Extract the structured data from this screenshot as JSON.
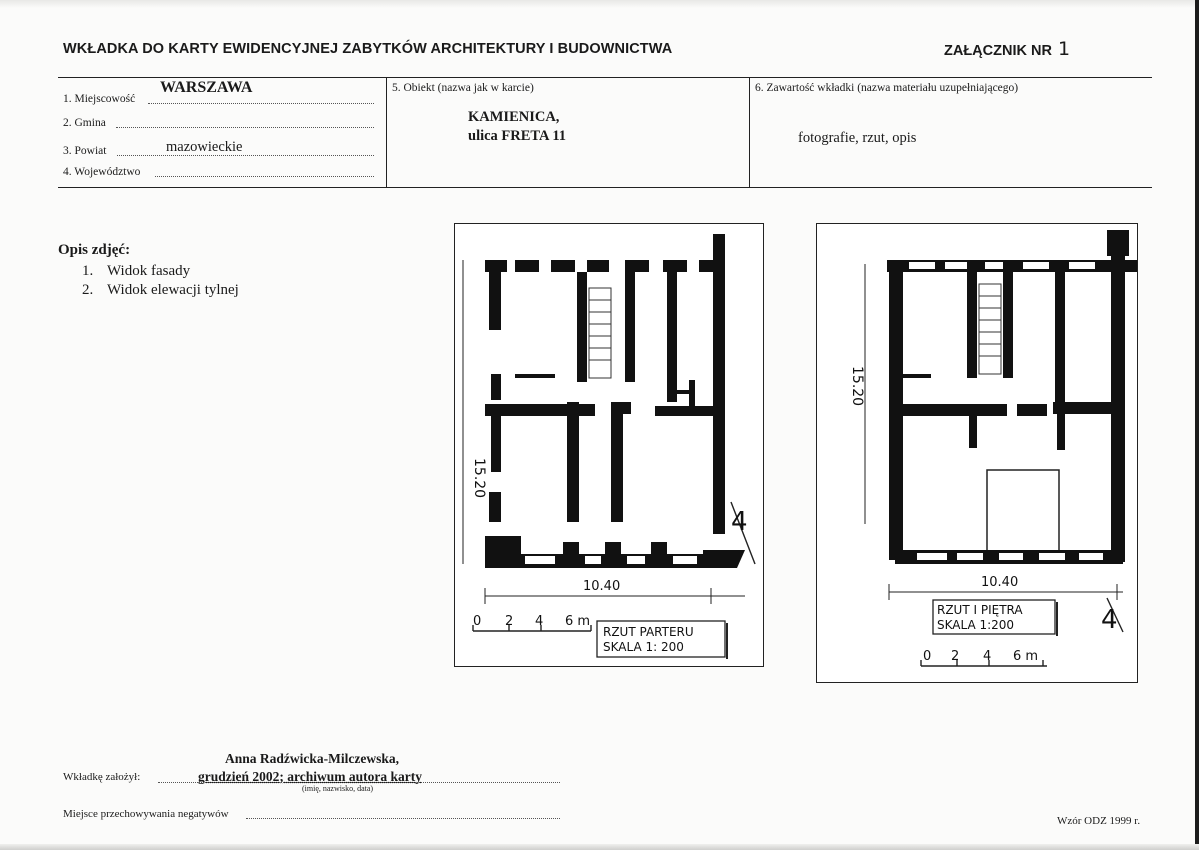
{
  "header": {
    "title": "WKŁADKA DO KARTY EWIDENCYJNEJ ZABYTKÓW ARCHITEKTURY I BUDOWNICTWA",
    "annex_label": "ZAŁĄCZNIK NR",
    "annex_number": "1"
  },
  "location": {
    "miejscowosc_label": "1. Miejscowość",
    "miejscowosc_value": "WARSZAWA",
    "gmina_label": "2. Gmina",
    "gmina_value": "",
    "powiat_label": "3. Powiat",
    "powiat_value": "mazowieckie",
    "wojewodztwo_label": "4. Województwo",
    "wojewodztwo_value": ""
  },
  "object": {
    "label": "5. Obiekt (nazwa jak w karcie)",
    "name_line1": "KAMIENICA,",
    "name_line2": "ulica FRETA  11"
  },
  "contents": {
    "label": "6. Zawartość wkładki (nazwa materiału uzupełniającego)",
    "value": "fotografie, rzut, opis"
  },
  "photos": {
    "title": "Opis zdjęć:",
    "items": [
      {
        "num": "1.",
        "text": "Widok fasady"
      },
      {
        "num": "2.",
        "text": "Widok elewacji tylnej"
      }
    ]
  },
  "plan_ground": {
    "height_dim": "15.20",
    "width_dim": "10.40",
    "scale_ticks": [
      "0",
      "2",
      "4",
      "6 m"
    ],
    "title_line1": "RZUT PARTERU",
    "title_line2": "SKALA 1: 200",
    "north_mark": "4"
  },
  "plan_first": {
    "height_dim": "15.20",
    "width_dim": "10.40",
    "scale_ticks": [
      "0",
      "2",
      "4",
      "6 m"
    ],
    "title_line1": "RZUT  I  PIĘTRA",
    "title_line2": "SKALA 1:200",
    "north_mark": "4"
  },
  "footer": {
    "author_line1": "Anna Radźwicka-Milczewska,",
    "author_line2": "grudzień 2002; archiwum autora karty",
    "founded_label": "Wkładkę założył:",
    "founded_hint": "(imię, nazwisko, data)",
    "negatives_label": "Miejsce przechowywania negatywów",
    "form_version": "Wzór ODZ 1999 r."
  }
}
